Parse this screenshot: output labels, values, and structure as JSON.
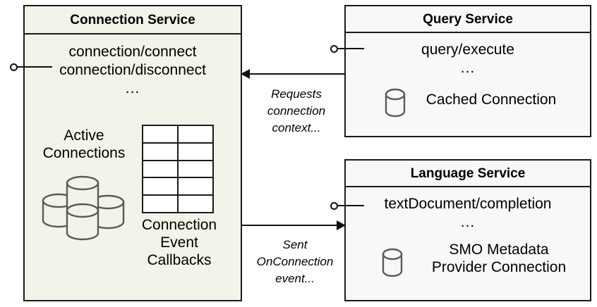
{
  "diagram": {
    "type": "uml-component-diagram",
    "colors": {
      "connection_service_fill": "#f2f4ea",
      "service_fill": "#f7f8fa",
      "stroke": "#1a1a1a",
      "cylinder_stroke": "#585c55"
    }
  },
  "connection_service": {
    "title": "Connection Service",
    "operations": [
      "connection/connect",
      "connection/disconnect",
      "..."
    ],
    "active_connections_label": "Active\nConnections",
    "active_connections_line1": "Active",
    "active_connections_line2": "Connections",
    "callbacks_line1": "Connection",
    "callbacks_line2": "Event",
    "callbacks_line3": "Callbacks",
    "table": {
      "rows": 5,
      "columns": 2
    },
    "cylinder_count": 4,
    "interface_icon": "lollipop-icon"
  },
  "query_service": {
    "title": "Query Service",
    "operations": [
      "query/execute",
      "..."
    ],
    "artifact_label": "Cached Connection",
    "artifact_icon": "database-cylinder-icon",
    "interface_icon": "lollipop-icon"
  },
  "language_service": {
    "title": "Language Service",
    "operations": [
      "textDocument/completion",
      "..."
    ],
    "artifact_line1": "SMO Metadata",
    "artifact_line2": "Provider Connection",
    "artifact_icon": "database-cylinder-icon",
    "interface_icon": "lollipop-icon"
  },
  "edges": [
    {
      "id": "query-to-connection",
      "direction": "left",
      "label_line1": "Requests",
      "label_line2": "connection",
      "label_line3": "context..."
    },
    {
      "id": "connection-to-language",
      "direction": "right",
      "label_line1": "Sent",
      "label_line2": "OnConnection",
      "label_line3": "event..."
    }
  ]
}
